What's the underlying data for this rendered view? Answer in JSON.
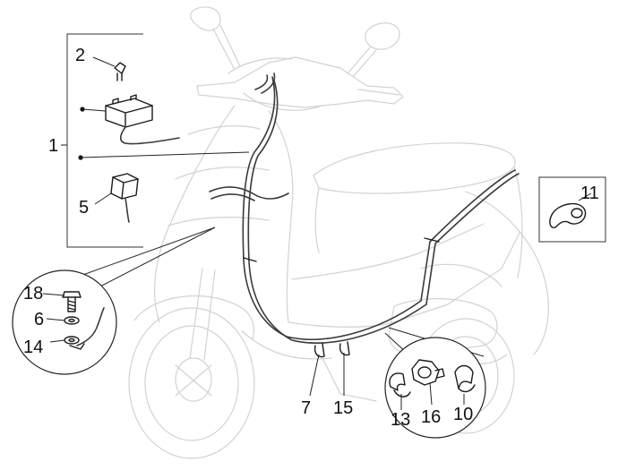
{
  "labels": {
    "p1": "1",
    "p2": "2",
    "p5": "5",
    "p6": "6",
    "p7": "7",
    "p10": "10",
    "p11": "11",
    "p13": "13",
    "p14": "14",
    "p15": "15",
    "p16": "16",
    "p18": "18"
  },
  "colors": {
    "ghost_outline": "#d2d2d2",
    "part_line": "#1a1a1a",
    "label_text": "#111111",
    "background": "#ffffff"
  }
}
